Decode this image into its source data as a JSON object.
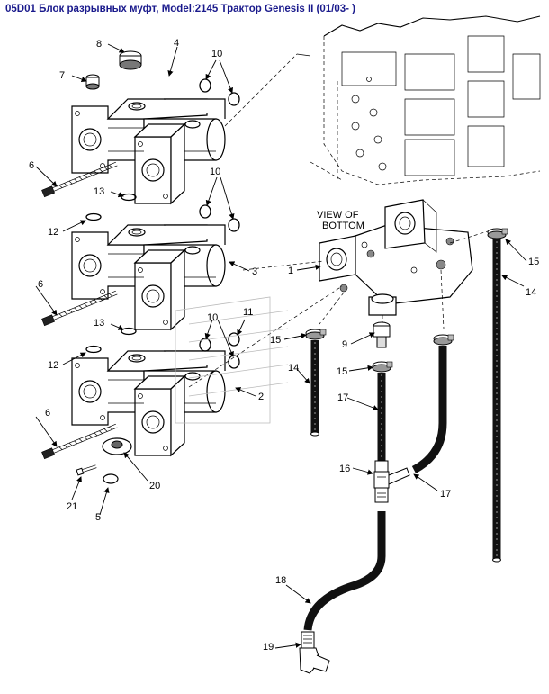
{
  "title": "05D01 Блок разрывных муфт, Model:2145 Трактор Genesis II (01/03- )",
  "view_label": [
    "VIEW OF",
    "BOTTOM"
  ],
  "callouts": {
    "c1": "1",
    "c2": "2",
    "c3": "3",
    "c4": "4",
    "c5": "5",
    "c6a": "6",
    "c6b": "6",
    "c6c": "6",
    "c7": "7",
    "c8": "8",
    "c9": "9",
    "c10a": "10",
    "c10b": "10",
    "c10c": "10",
    "c11": "11",
    "c12a": "12",
    "c12b": "12",
    "c13a": "13",
    "c13b": "13",
    "c14a": "14",
    "c14b": "14",
    "c15a": "15",
    "c15b": "15",
    "c15c": "15",
    "c16": "16",
    "c17a": "17",
    "c17b": "17",
    "c18": "18",
    "c19": "19",
    "c20": "20",
    "c21": "21"
  }
}
